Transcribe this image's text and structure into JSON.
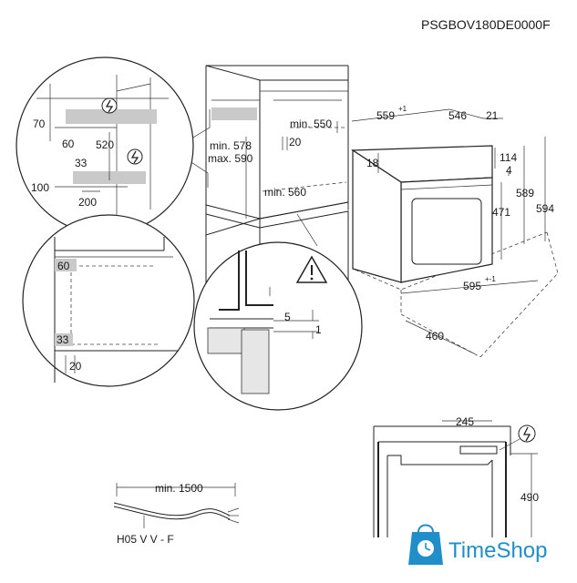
{
  "doc_code": "PSGBOV180DE0000F",
  "cabinet_dims": {
    "min_550": "min. 550",
    "d_20": "20",
    "min_578": "min. 578",
    "max_590": "max. 590",
    "min_560": "min. 560"
  },
  "zoom_top_dims": {
    "d70": "70",
    "d60": "60",
    "d520": "520",
    "d33": "33",
    "d100": "100",
    "d200": "200"
  },
  "zoom_left_dims": {
    "d60": "60",
    "d33": "33",
    "d20": "20"
  },
  "zoom_bottom_dims": {
    "d5": "5",
    "d1": "1"
  },
  "oven_dims": {
    "w559": "559",
    "w559_tol": "+1",
    "w546": "546",
    "w21": "21",
    "h18": "18",
    "h114": "114",
    "h4": "4",
    "h589": "589",
    "h594": "594",
    "h471": "471",
    "w595": "595",
    "w595_tol": "+-1",
    "d460": "460"
  },
  "side_dims": {
    "w245": "245",
    "h490": "490"
  },
  "cable": {
    "length": "min. 1500",
    "type": "H05 V V - F"
  },
  "watermark": {
    "brand": "TimeShop",
    "color": "#1f8ec9"
  },
  "icons": [
    "electrical-warning-icon",
    "warning-triangle-icon",
    "shopping-bag-icon",
    "clock-icon"
  ]
}
